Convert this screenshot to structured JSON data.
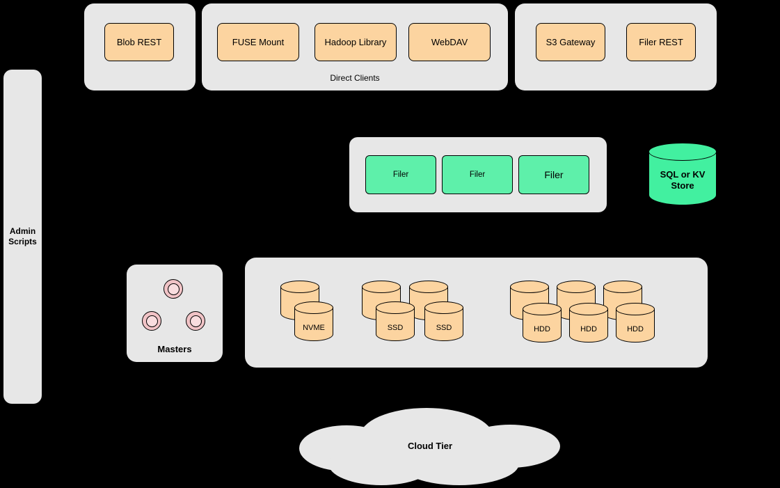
{
  "colors": {
    "background": "#000000",
    "panel_gray": "#e7e7e7",
    "node_orange": "#fcd4a0",
    "node_green": "#5ef0aa",
    "cylinder_green": "#42f0a0",
    "circle_pink_outer": "#f1c3c6",
    "circle_pink_inner": "#f9dddf",
    "stroke": "#000000"
  },
  "top": {
    "blob_group": {
      "buttons": [
        "Blob REST"
      ]
    },
    "clients_group": {
      "label": "Direct Clients",
      "buttons": [
        "FUSE Mount",
        "Hadoop Library",
        "WebDAV"
      ]
    },
    "gateway_group": {
      "buttons": [
        "S3 Gateway",
        "Filer REST"
      ]
    }
  },
  "admin": {
    "label": "Admin Scripts"
  },
  "filers": {
    "boxes": [
      "Filer",
      "Filer",
      "Filer"
    ]
  },
  "store": {
    "label": "SQL or KV Store"
  },
  "masters": {
    "label": "Masters"
  },
  "volumes": {
    "nvme": [
      "NVME"
    ],
    "ssd": [
      "SSD",
      "SSD"
    ],
    "hdd": [
      "HDD",
      "HDD",
      "HDD"
    ]
  },
  "cloud": {
    "label": "Cloud Tier"
  }
}
